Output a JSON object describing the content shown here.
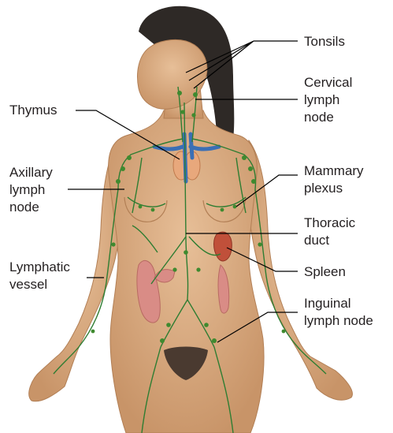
{
  "labels": {
    "tonsils": [
      "Tonsils"
    ],
    "cervical": [
      "Cervical",
      "lymph",
      "node"
    ],
    "thymus": [
      "Thymus"
    ],
    "axillary": [
      "Axillary",
      "lymph",
      "node"
    ],
    "mammary": [
      "Mammary",
      "plexus"
    ],
    "thoracic": [
      "Thoracic",
      "duct"
    ],
    "lymphatic": [
      "Lymphatic",
      "vessel"
    ],
    "spleen": [
      "Spleen"
    ],
    "inguinal": [
      "Inguinal",
      "lymph node"
    ]
  },
  "colors": {
    "skin": "#dcae85",
    "skin_shadow": "#b9875f",
    "hair": "#2e2926",
    "lymph_vessel": "#2e7d32",
    "node": "#3f8a2f",
    "vein": "#3b6fb5",
    "thymus": "#e8a87c",
    "spleen": "#c0503a",
    "intestine": "#d98c86",
    "leader": "#000000"
  }
}
